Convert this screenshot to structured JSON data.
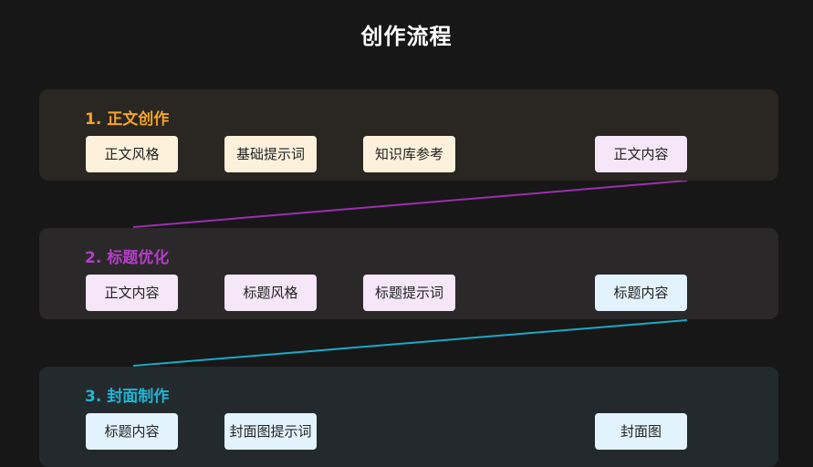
{
  "title": "创作流程",
  "colors": {
    "orange": "#f5a524",
    "purple": "#9c2fae",
    "cyan": "#1aa9c8"
  },
  "stages": [
    {
      "title": "1. 正文创作",
      "nodes": [
        "正文风格",
        "基础提示词",
        "知识库参考",
        "正文内容"
      ]
    },
    {
      "title": "2. 标题优化",
      "nodes": [
        "正文内容",
        "标题风格",
        "标题提示词",
        "标题内容"
      ]
    },
    {
      "title": "3. 封面制作",
      "nodes": [
        "标题内容",
        "封面图提示词",
        "封面图"
      ]
    }
  ]
}
